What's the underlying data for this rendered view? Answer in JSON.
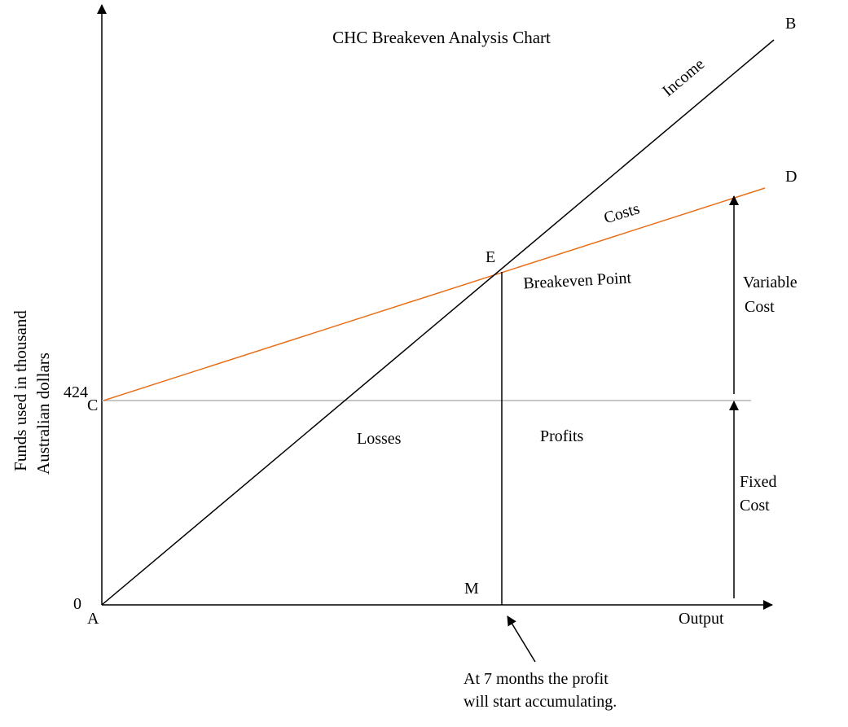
{
  "title": "CHC Breakeven Analysis Chart",
  "y_axis_label": [
    "Funds used in thousand",
    "Australian dollars"
  ],
  "x_axis_label": "Output",
  "tick_labels": {
    "fixed_cost_value": "424",
    "zero": "0"
  },
  "points": {
    "A": "A",
    "B": "B",
    "C": "C",
    "D": "D",
    "E": "E",
    "M": "M"
  },
  "line_labels": {
    "income": "Income",
    "costs": "Costs"
  },
  "breakeven_label": "Breakeven Point",
  "regions": {
    "losses": "Losses",
    "profits": "Profits"
  },
  "cost_labels": {
    "variable": [
      "Variable",
      "Cost"
    ],
    "fixed": [
      "Fixed",
      "Cost"
    ]
  },
  "annotation": [
    "At 7 months the profit",
    "will start accumulating."
  ],
  "colors": {
    "costs_line": "#E8701A",
    "fixed_line": "#B4B4B4",
    "axis": "#000000",
    "text": "#000000"
  }
}
